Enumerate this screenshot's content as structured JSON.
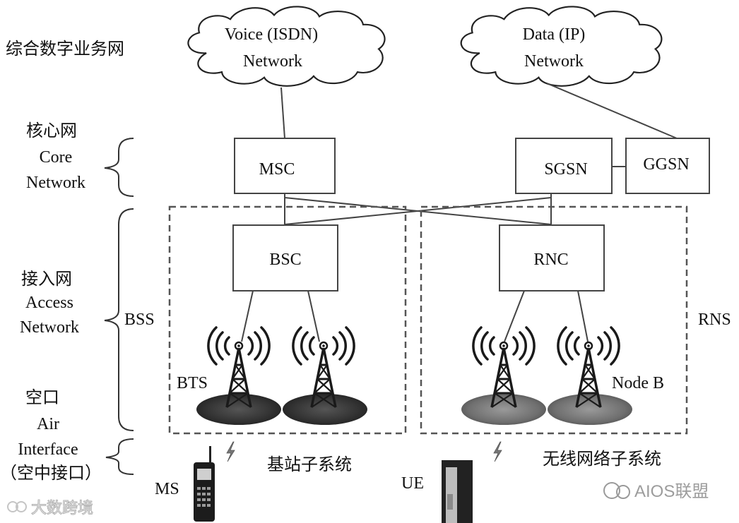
{
  "layers": {
    "service_network": "综合数字业务网",
    "core_cn": "核心网",
    "core_en_1": "Core",
    "core_en_2": "Network",
    "access_cn": "接入网",
    "access_en_1": "Access",
    "access_en_2": "Network",
    "air_cn": "空口",
    "air_en_1": "Air",
    "air_en_2": "Interface",
    "air_cn_paren": "（空中接口）"
  },
  "clouds": {
    "voice_line1": "Voice (ISDN)",
    "voice_line2": "Network",
    "data_line1": "Data (IP)",
    "data_line2": "Network"
  },
  "nodes": {
    "msc": "MSC",
    "sgsn": "SGSN",
    "ggsn": "GGSN",
    "bsc": "BSC",
    "rnc": "RNC"
  },
  "labels": {
    "bss": "BSS",
    "rns": "RNS",
    "bts": "BTS",
    "node_b": "Node B",
    "bss_cn": "基站子系统",
    "rns_cn": "无线网络子系统",
    "ms": "MS",
    "ue": "UE"
  },
  "icons": {
    "tower": "antenna-tower-icon",
    "lightning": "lightning-bolt-icon",
    "phone": "mobile-phone-icon",
    "handset": "ue-handset-icon"
  },
  "watermarks": {
    "left": "大数跨境",
    "right": "AIOS联盟"
  }
}
